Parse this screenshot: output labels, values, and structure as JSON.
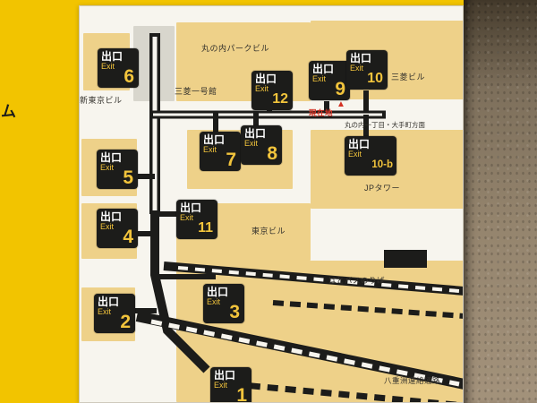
{
  "sign": {
    "partial_text_left_edge": "ム"
  },
  "exit_box": {
    "kanji": "出口",
    "en": "Exit"
  },
  "exit_numbers": [
    "1",
    "2",
    "3",
    "4",
    "5",
    "6",
    "7",
    "8",
    "9",
    "10",
    "10-b",
    "11",
    "12"
  ],
  "buildings": {
    "shin_tokyo": "新東京ビル",
    "mitsubishi_ichigokan": "三菱一号館",
    "marunouchi_park": "丸の内パークビル",
    "mitsubishi": "三菱ビル",
    "jp_tower": "JPタワー",
    "tokyo": "東京ビル"
  },
  "annotations": {
    "current_location": "現在地",
    "marker": "▲",
    "direction": "丸の内一丁目・大手町方面",
    "hato_bus": "はとバスのりば",
    "yaesu_passage": "八重洲連絡通路"
  },
  "colors": {
    "sign_yellow": "#f2c400",
    "building_tan": "#eed189",
    "map_white": "#f7f5ee",
    "exit_number_yellow": "#f2c43c",
    "marker_red": "#d43022",
    "line_black": "#1c1c1a",
    "wall_brown": "#95866f"
  }
}
